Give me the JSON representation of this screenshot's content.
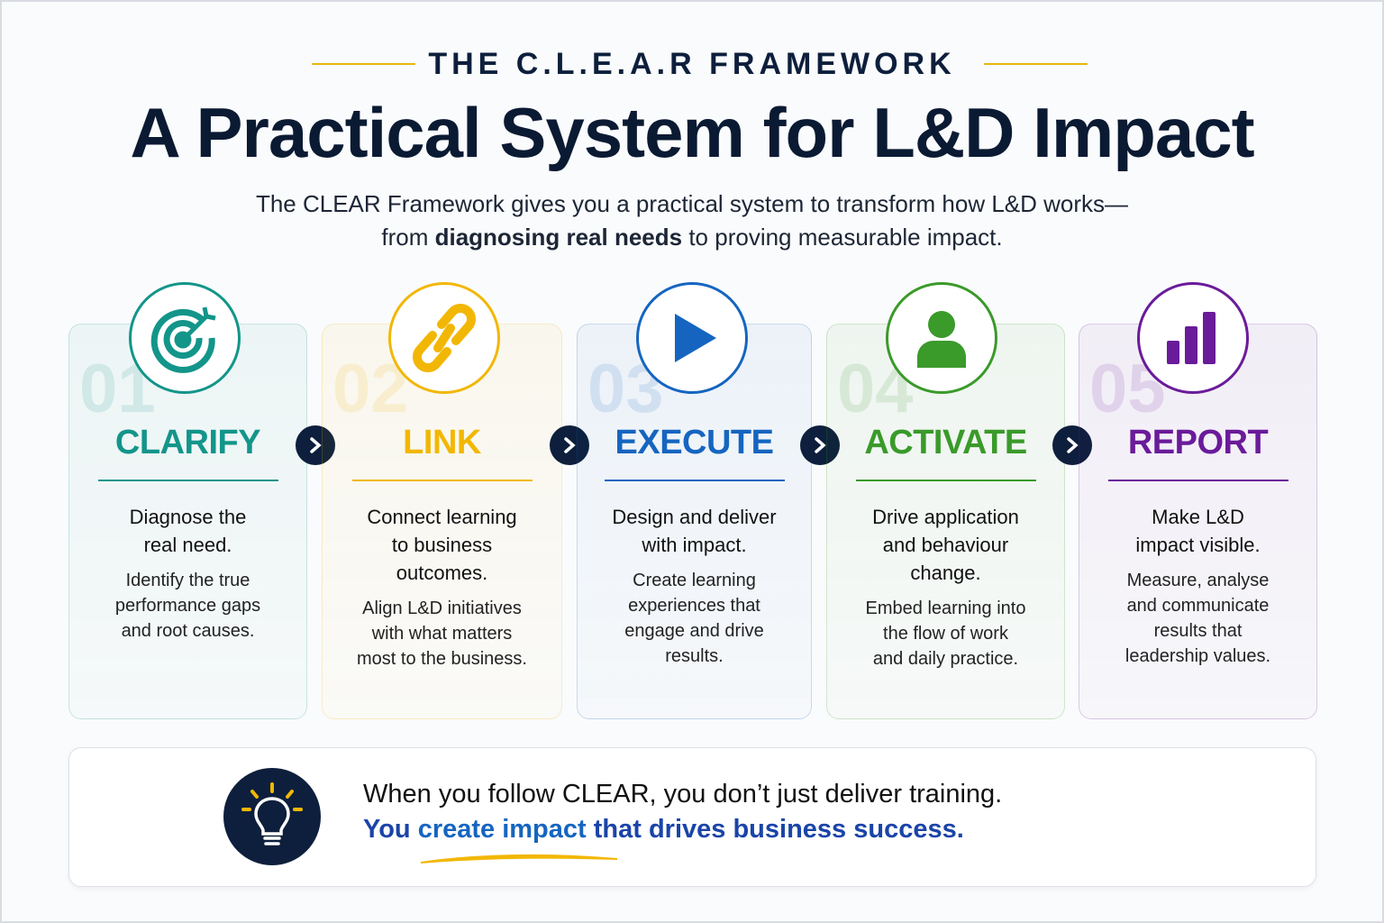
{
  "header": {
    "eyebrow": "THE C.L.E.A.R FRAMEWORK",
    "title": "A Practical System for L&D Impact",
    "subtitle_line1": "The CLEAR Framework gives you a practical system to transform how L&D works—",
    "subtitle_line2_pre": "from ",
    "subtitle_line2_bold": "diagnosing real needs",
    "subtitle_line2_post": " to proving measurable impact."
  },
  "steps": [
    {
      "number": "01",
      "title": "CLARIFY",
      "icon": "target-icon",
      "color": "#13958a",
      "headline": "Diagnose the\nreal need.",
      "description": "Identify the true\nperformance gaps\nand root causes."
    },
    {
      "number": "02",
      "title": "LINK",
      "icon": "link-icon",
      "color": "#f2b705",
      "headline": "Connect learning\nto business\noutcomes.",
      "description": "Align L&D initiatives\nwith what matters\nmost to the business."
    },
    {
      "number": "03",
      "title": "EXECUTE",
      "icon": "play-icon",
      "color": "#1565c0",
      "headline": "Design and deliver\nwith impact.",
      "description": "Create learning\nexperiences that\nengage and drive\nresults."
    },
    {
      "number": "04",
      "title": "ACTIVATE",
      "icon": "person-icon",
      "color": "#3a9a2a",
      "headline": "Drive application\nand behaviour\nchange.",
      "description": "Embed learning into\nthe flow of work\nand daily practice."
    },
    {
      "number": "05",
      "title": "REPORT",
      "icon": "bar-chart-icon",
      "color": "#6a1b9a",
      "headline": "Make L&D\nimpact visible.",
      "description": "Measure, analyse\nand communicate\nresults that\nleadership values."
    }
  ],
  "footer": {
    "line1": "When you follow CLEAR, you don’t just deliver training.",
    "line2_pre": "You ",
    "line2_em": "create impact",
    "line2_post": " that drives business success.",
    "icon": "lightbulb-icon"
  }
}
